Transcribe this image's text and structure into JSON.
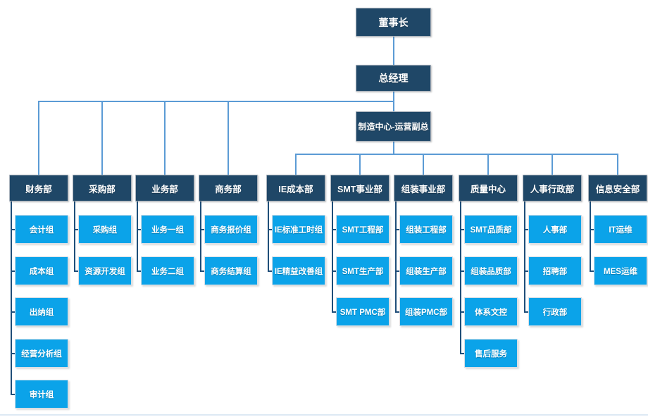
{
  "chart_data": {
    "type": "org-chart",
    "title": "",
    "colors": {
      "executive_box": "#1f4767",
      "department_box": "#1f4767",
      "team_box": "#0ba3e9",
      "rail_line": "#5b9bd5",
      "branch_line": "#1f4e79",
      "text": "#ffffff"
    },
    "root_chain": [
      "董事长",
      "总经理",
      "制造中心-运营副总"
    ],
    "departments": [
      {
        "label": "财务部",
        "reports_to": "总经理",
        "children": [
          "会计组",
          "成本组",
          "出纳组",
          "经营分析组",
          "审计组"
        ]
      },
      {
        "label": "采购部",
        "reports_to": "总经理",
        "children": [
          "采购组",
          "资源开发组"
        ]
      },
      {
        "label": "业务部",
        "reports_to": "总经理",
        "children": [
          "业务一组",
          "业务二组"
        ]
      },
      {
        "label": "商务部",
        "reports_to": "总经理",
        "children": [
          "商务报价组",
          "商务结算组"
        ]
      },
      {
        "label": "IE成本部",
        "reports_to": "制造中心-运营副总",
        "children": [
          "IE标准工时组",
          "IE精益改善组"
        ]
      },
      {
        "label": "SMT事业部",
        "reports_to": "制造中心-运营副总",
        "children": [
          "SMT工程部",
          "SMT生产部",
          "SMT PMC部"
        ]
      },
      {
        "label": "组装事业部",
        "reports_to": "制造中心-运营副总",
        "children": [
          "组装工程部",
          "组装生产部",
          "组装PMC部"
        ]
      },
      {
        "label": "质量中心",
        "reports_to": "制造中心-运营副总",
        "children": [
          "SMT品质部",
          "组装品质部",
          "体系文控",
          "售后服务"
        ]
      },
      {
        "label": "人事行政部",
        "reports_to": "制造中心-运营副总",
        "children": [
          "人事部",
          "招聘部",
          "行政部"
        ]
      },
      {
        "label": "信息安全部",
        "reports_to": "制造中心-运营副总",
        "children": [
          "IT运维",
          "MES运维"
        ]
      }
    ]
  }
}
